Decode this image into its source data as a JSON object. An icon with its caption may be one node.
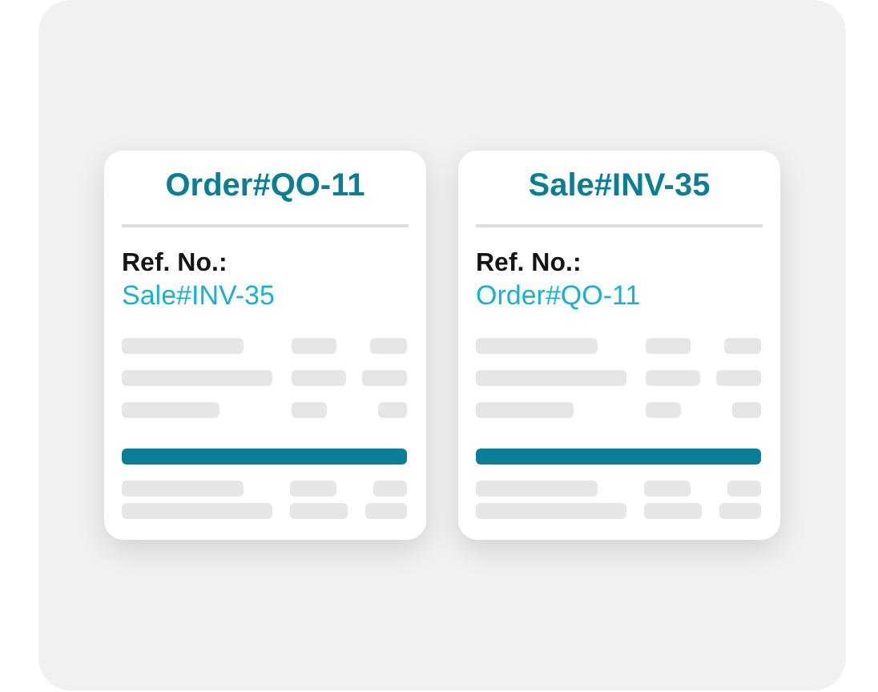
{
  "diagram": {
    "nodes": [
      {
        "text": [
          "Order#QO-11",
          "Ref. No.:",
          "Sale#INV-35"
        ]
      },
      {
        "text": [
          "Sale#INV-35",
          "Ref. No.:",
          "Order#QO-11"
        ]
      }
    ]
  }
}
